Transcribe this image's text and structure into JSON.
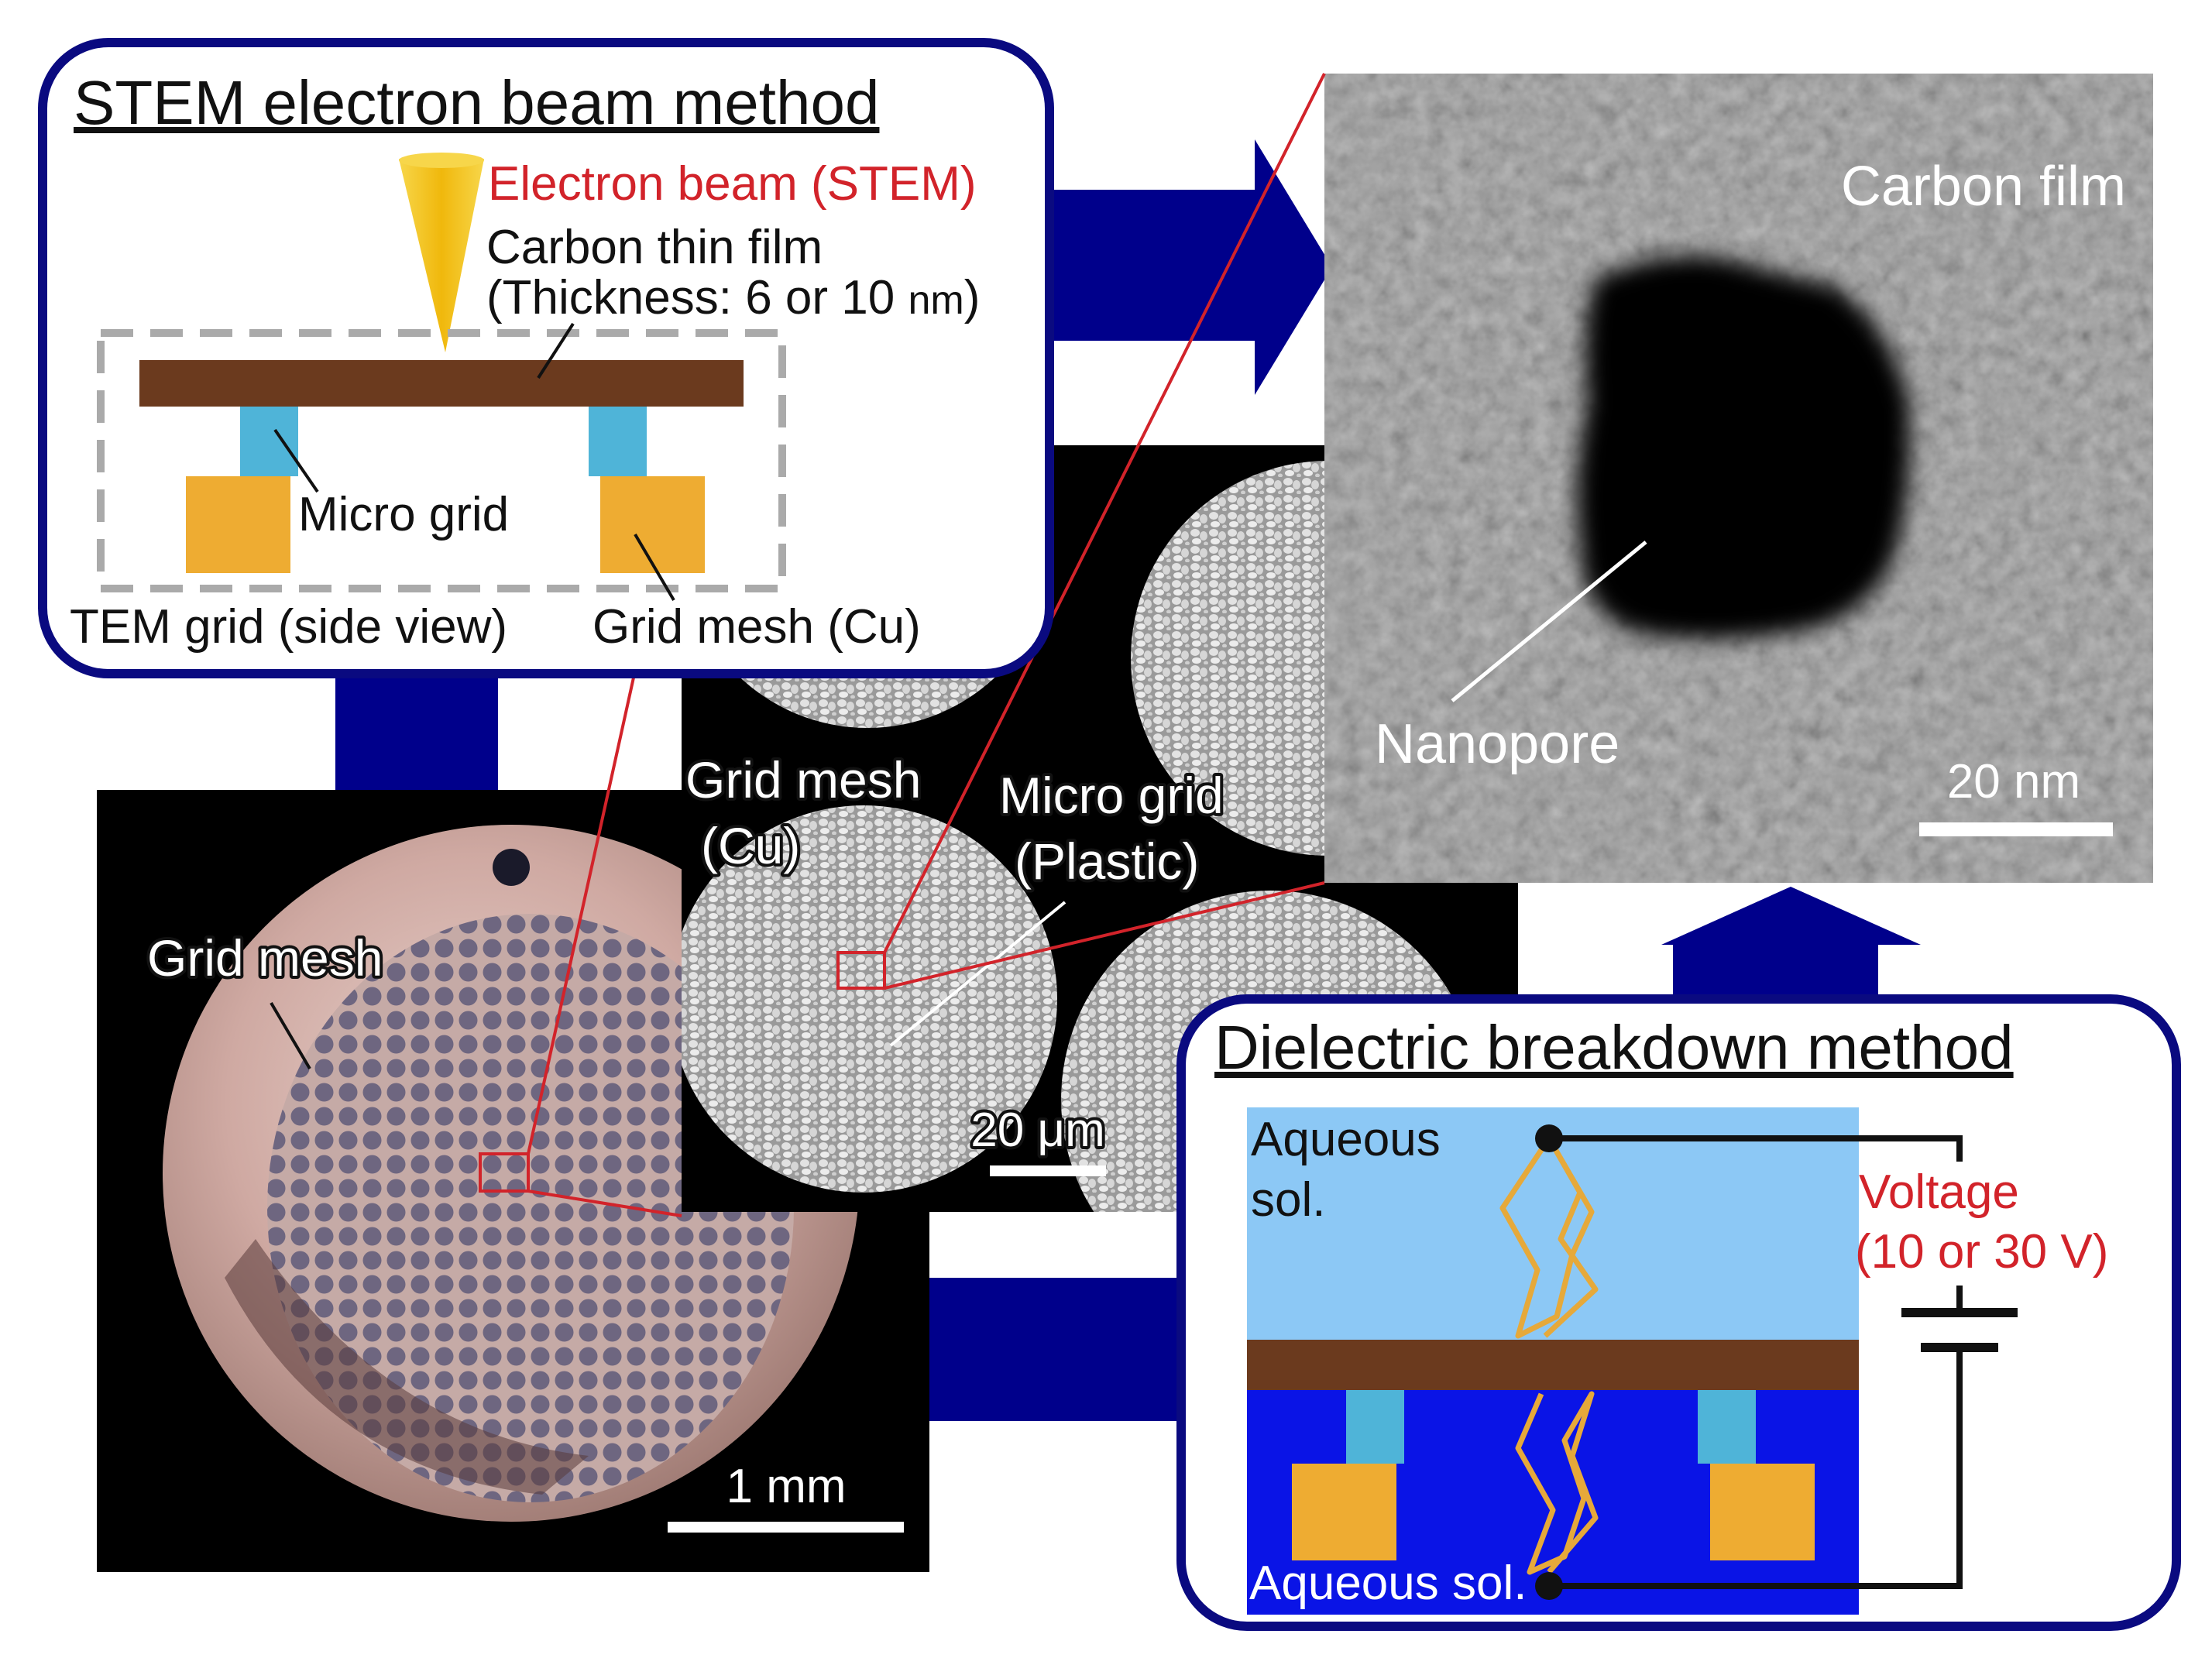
{
  "colors": {
    "navy": "#00008b",
    "panel_border": "#0a0a80",
    "carbon_film": "#6b3a1e",
    "micro_grid": "#4fb4d8",
    "grid_mesh": "#eeac32",
    "cone": "#f2c21b",
    "red": "#d2232a",
    "upper_solution": "#8cc8f5",
    "lower_solution": "#0a14e6",
    "breakdown_path": "#e6a93a",
    "tem_sky": "#7a7a7a"
  },
  "stem_panel": {
    "title": "STEM electron beam method",
    "electron_beam": "Electron beam (STEM)",
    "carbon_film_line1": "Carbon thin film",
    "carbon_film_line2_prefix": "(Thickness: 6 or 10 ",
    "carbon_film_unit": "nm",
    "carbon_film_line2_suffix": ")",
    "micro_grid": "Micro grid",
    "tem_grid": "TEM grid (side view)",
    "grid_mesh": "Grid mesh (Cu)"
  },
  "tem_image": {
    "carbon_film": "Carbon film",
    "nanopore": "Nanopore",
    "scale": "20 nm"
  },
  "mesh_image": {
    "grid_mesh_line1": "Grid mesh",
    "grid_mesh_line2": "(Cu)",
    "micro_grid_line1": "Micro grid",
    "micro_grid_line2": "(Plastic)",
    "scale": "20 μm"
  },
  "disc_image": {
    "grid_mesh": "Grid mesh",
    "scale": "1 mm"
  },
  "dielectric_panel": {
    "title": "Dielectric breakdown method",
    "upper_solution_line1": "Aqueous",
    "upper_solution_line2": "sol.",
    "lower_solution": "Aqueous sol.",
    "voltage_line1": "Voltage",
    "voltage_line2": "(10 or 30 V)"
  }
}
